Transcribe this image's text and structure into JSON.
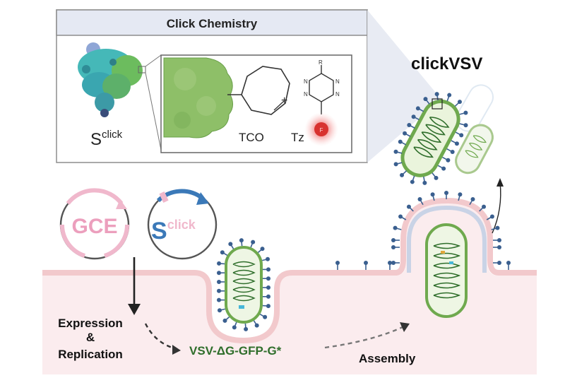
{
  "panel": {
    "title": "Click Chemistry",
    "protein_label_base": "S",
    "protein_label_sup": "click",
    "tco_label": "TCO",
    "plus": "+",
    "tz_label": "Tz",
    "r_label": "R",
    "n_label": "N",
    "f_label": "F"
  },
  "virus": {
    "title": "clickVSV"
  },
  "plasmids": {
    "gce_label": "GCE",
    "s_base": "S",
    "s_sup": "click"
  },
  "steps": {
    "expression_line1": "Expression",
    "expression_line2": "&",
    "expression_line3": "Replication",
    "vsv_label": "VSV-ΔG-GFP-G*",
    "assembly_label": "Assembly"
  },
  "colors": {
    "membrane": "#f2c9cc",
    "cell": "#fbecee",
    "virion_green": "#6fa94e",
    "spike_blue": "#3a5f8f",
    "text_green": "#2f6e2b",
    "plasmid_pink": "#f0b8cc",
    "plasmid_blue": "#3b79b8",
    "reporter_red": "#e0393a"
  }
}
